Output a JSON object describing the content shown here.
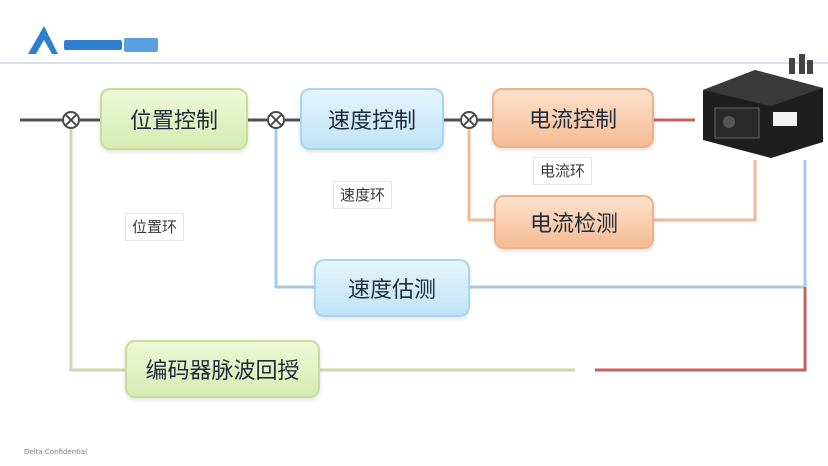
{
  "header": {
    "logo_icon": "company-logo-icon"
  },
  "blocks": {
    "position_control": "位置控制",
    "speed_control": "速度控制",
    "current_control": "电流控制",
    "current_detect": "电流检测",
    "speed_estimate": "速度估测",
    "encoder_feedback": "编码器脉波回授"
  },
  "loops": {
    "position_loop": "位置环",
    "speed_loop": "速度环",
    "current_loop": "电流环"
  },
  "colors": {
    "position_branch": "#cfd6b0",
    "speed_branch": "#a9c9e4",
    "current_branch": "#f0b99a",
    "motor_feedback": "#c86060",
    "main_line": "#505050"
  },
  "footer": {
    "text": "Delta Confidential"
  },
  "motor": {
    "icon": "servo-motor-icon"
  }
}
